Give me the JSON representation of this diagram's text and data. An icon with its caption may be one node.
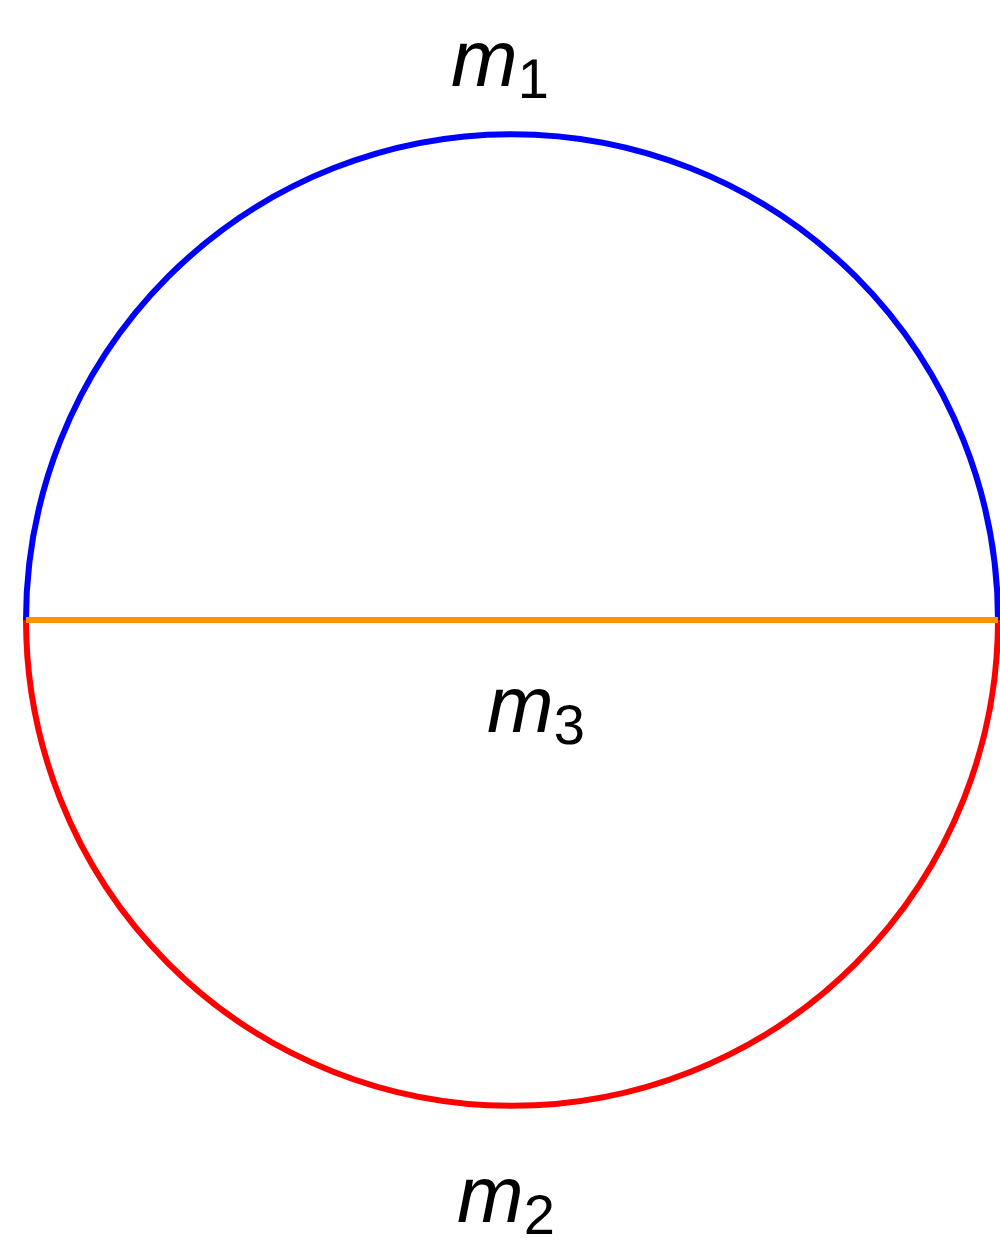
{
  "diagram": {
    "labels": [
      "*m*$_{1}$",
      "*m*$_{3}$",
      "*m*$_{2}$"
    ]
  }
}
